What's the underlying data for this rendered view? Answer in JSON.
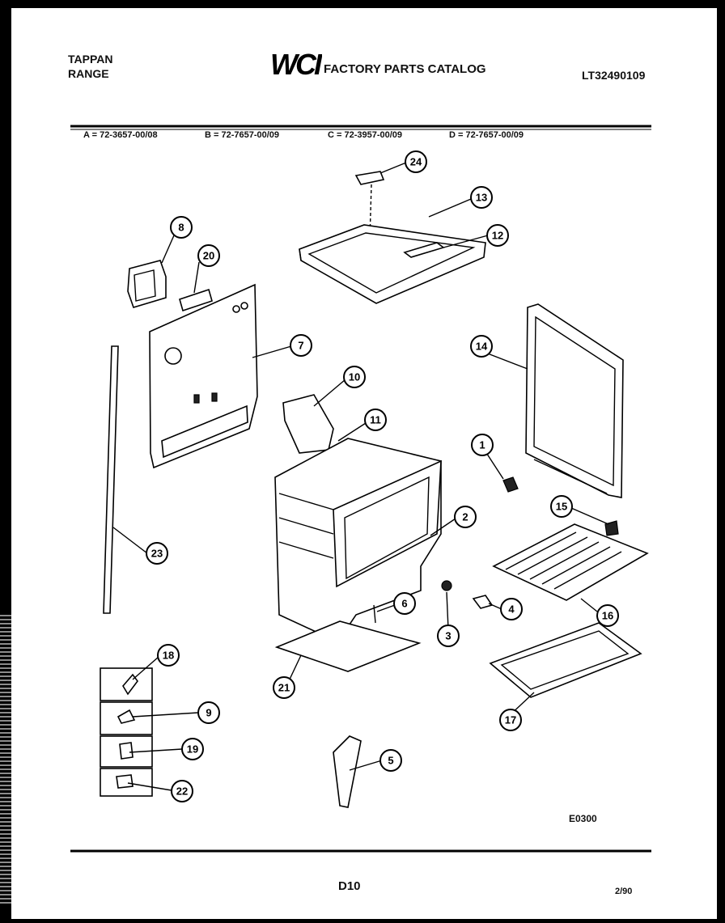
{
  "header": {
    "brand_line1": "TAPPAN",
    "brand_line2": "RANGE",
    "logo_text": "WCI",
    "catalog_title": "FACTORY PARTS CATALOG",
    "catalog_number": "LT32490109"
  },
  "models": [
    "A = 72-3657-00/08",
    "B = 72-7657-00/09",
    "C = 72-3957-00/09",
    "D = 72-7657-00/09"
  ],
  "callouts": [
    "1",
    "2",
    "3",
    "4",
    "5",
    "6",
    "7",
    "8",
    "9",
    "10",
    "11",
    "12",
    "13",
    "14",
    "15",
    "16",
    "17",
    "18",
    "19",
    "20",
    "21",
    "22",
    "23",
    "24"
  ],
  "footer": {
    "diagram_code": "E0300",
    "page_number": "D10",
    "date": "2/90"
  }
}
